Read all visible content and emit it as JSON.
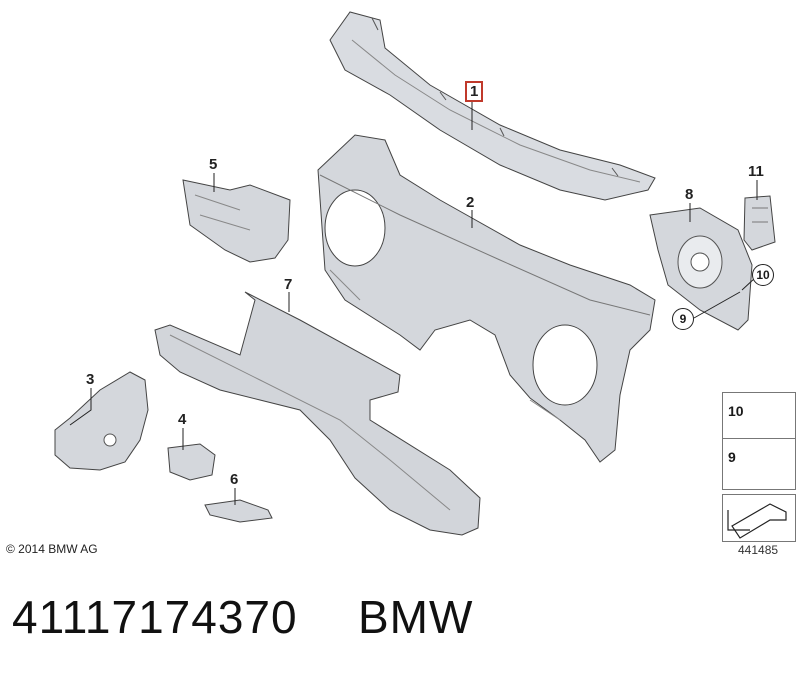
{
  "callouts": {
    "p1": "1",
    "p2": "2",
    "p3": "3",
    "p4": "4",
    "p5": "5",
    "p6": "6",
    "p7": "7",
    "p8": "8",
    "p9": "9",
    "p10": "10",
    "p11": "11"
  },
  "legend": {
    "item10": "10",
    "item9": "9"
  },
  "copyright": "© 2014 BMW AG",
  "diagram_number": "441485",
  "footer": {
    "part_number": "41117174370",
    "brand": "BMW"
  },
  "colors": {
    "part_fill": "#d7dadf",
    "part_shade": "#b5b9c0",
    "highlight_box": "#c0392b"
  }
}
